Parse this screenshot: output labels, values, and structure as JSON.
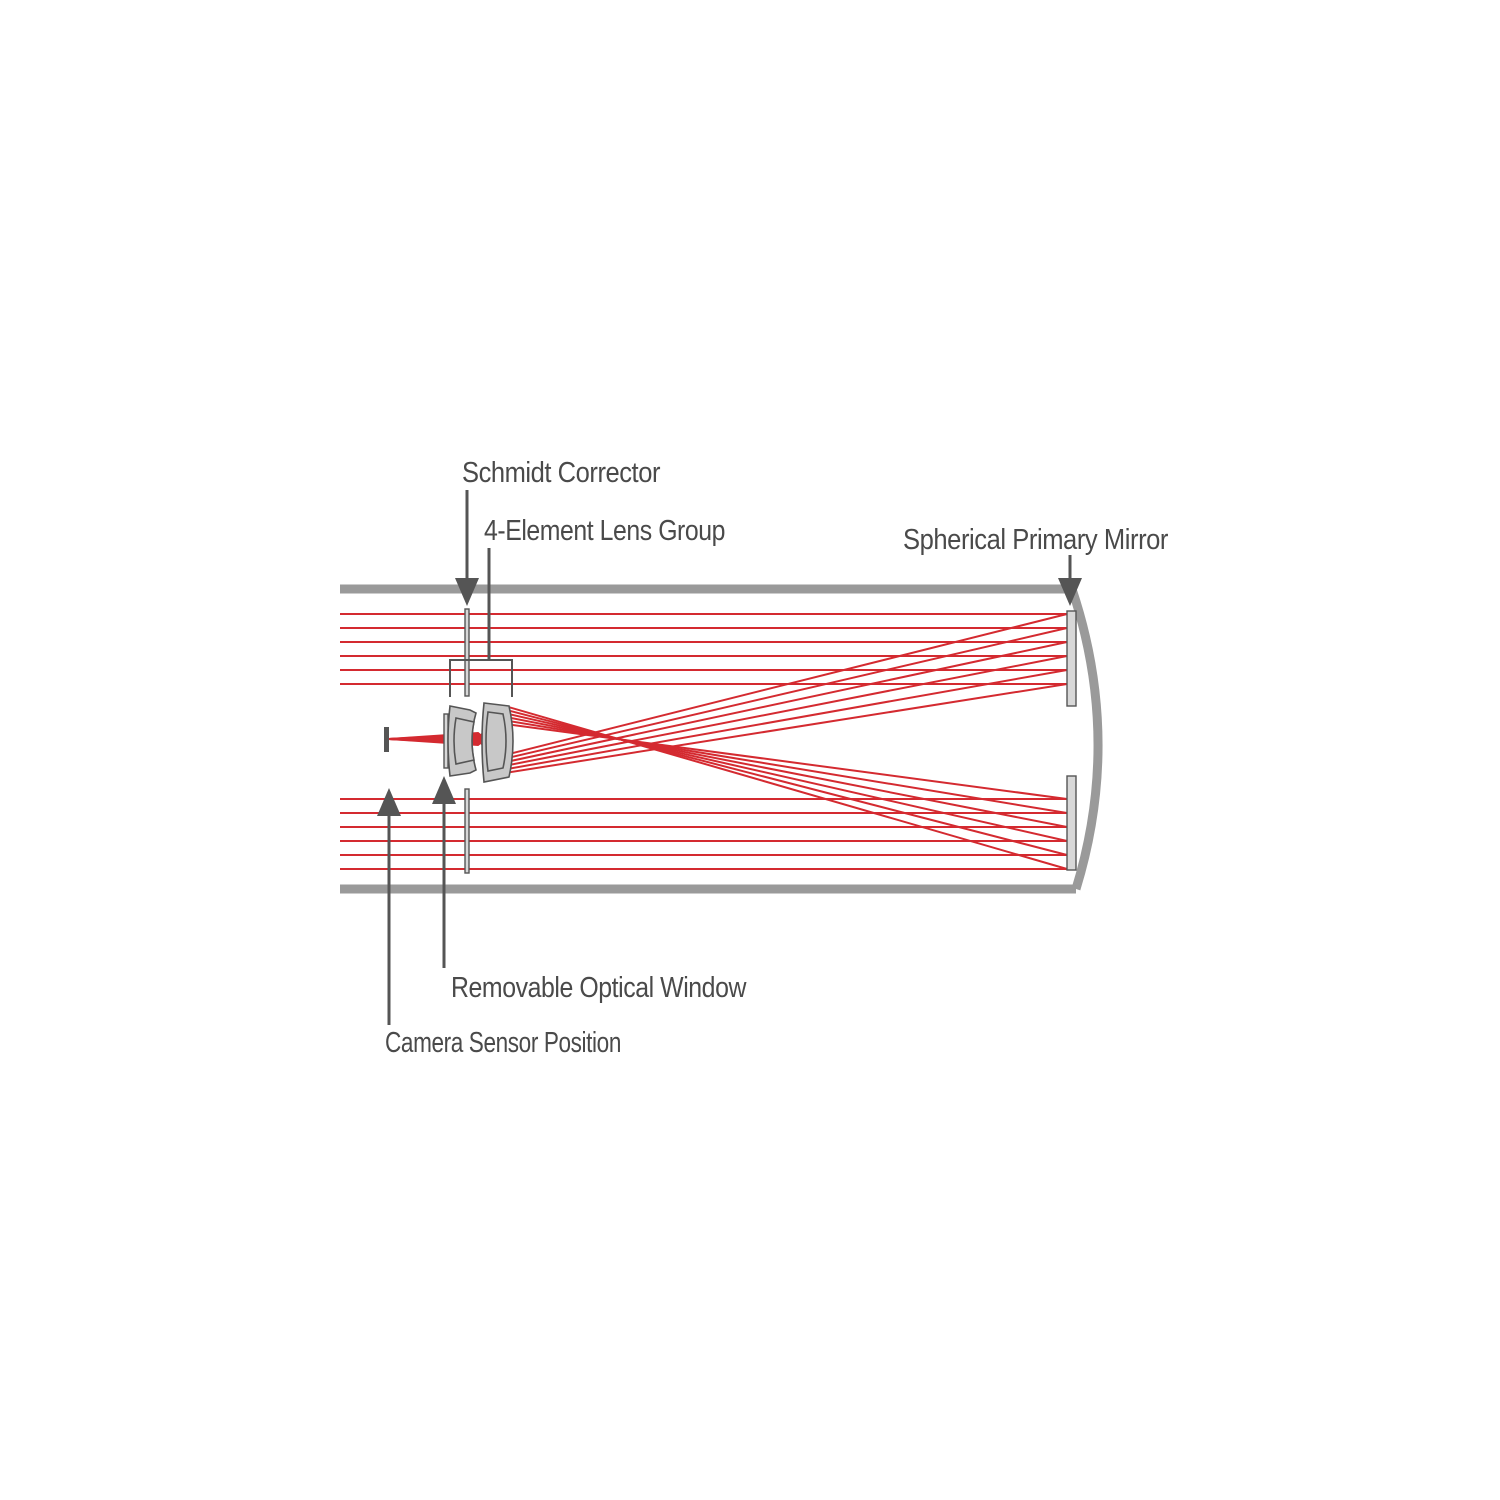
{
  "labels": {
    "schmidt_corrector": "Schmidt Corrector",
    "lens_group": "4-Element Lens Group",
    "primary_mirror": "Spherical Primary Mirror",
    "optical_window": "Removable Optical Window",
    "camera_sensor": "Camera Sensor Position"
  },
  "colors": {
    "ray": "#d42a30",
    "tube": "#9a9a9a",
    "annotation": "#555555",
    "text": "#4a4a4a"
  }
}
